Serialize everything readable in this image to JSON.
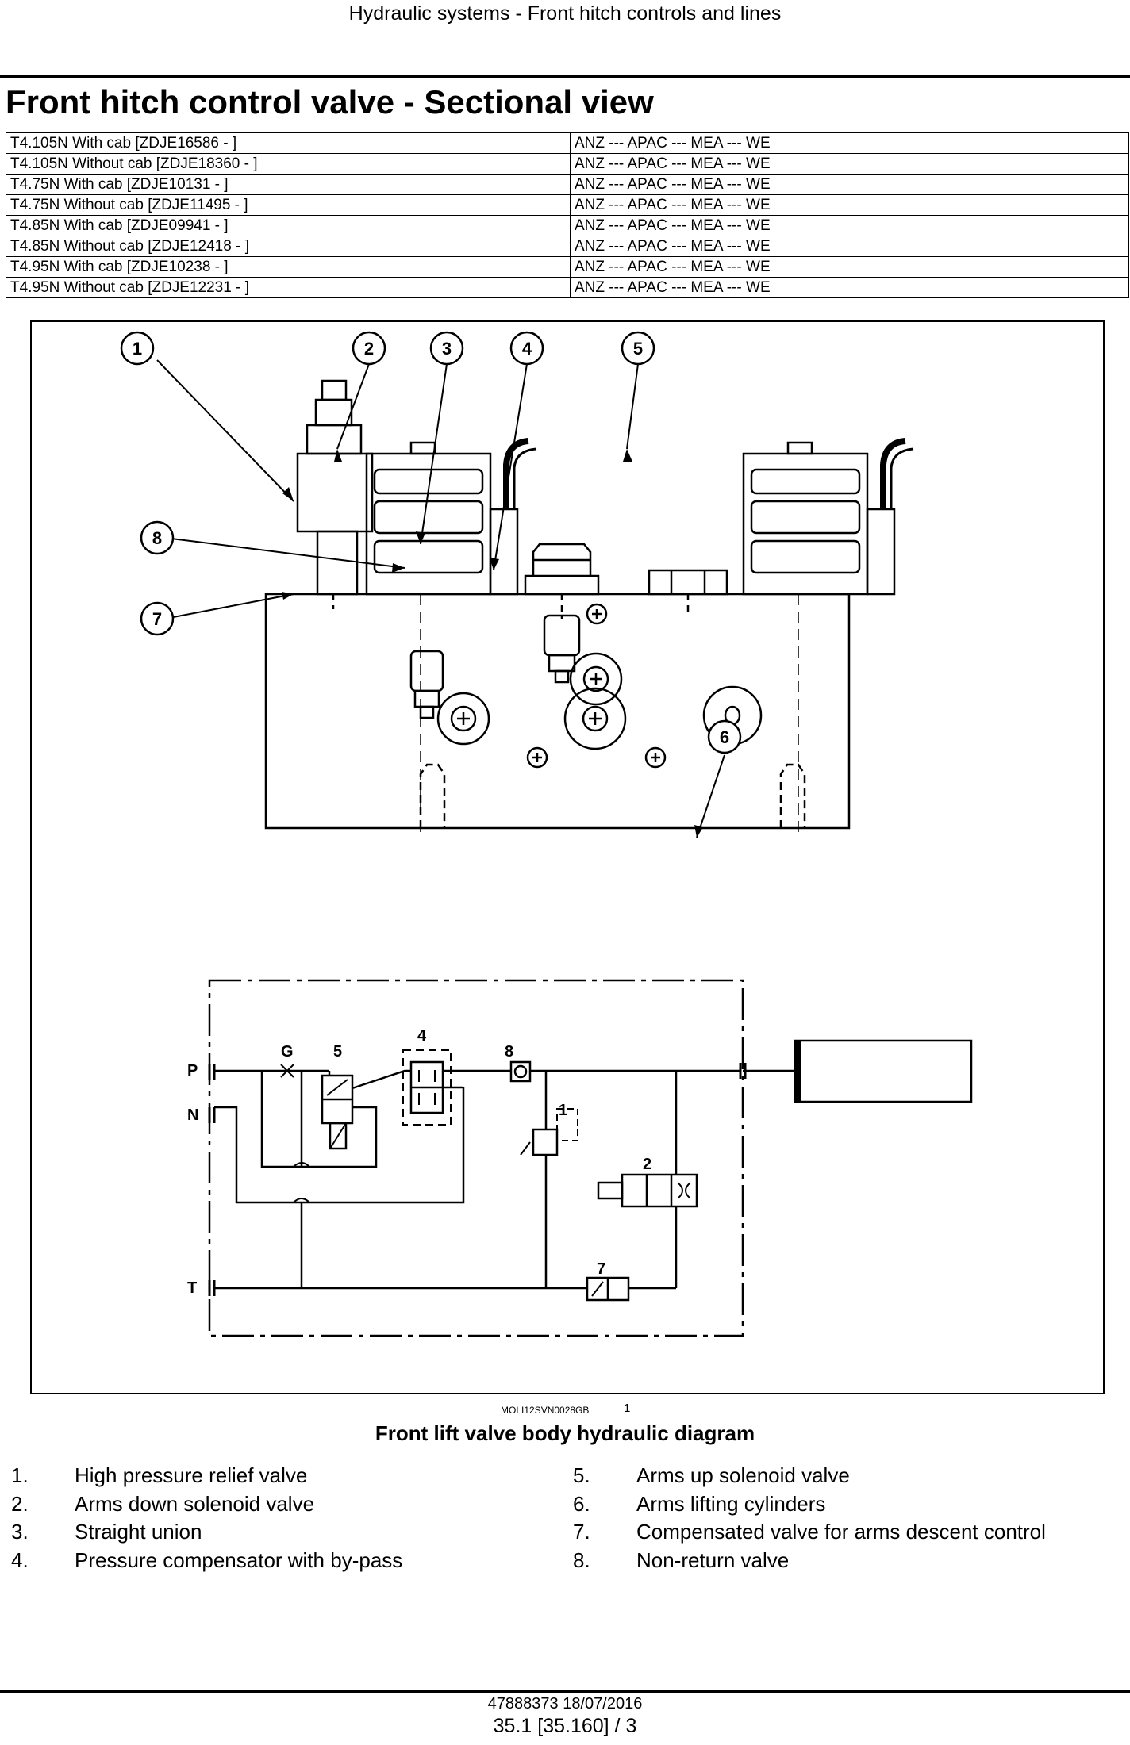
{
  "header": {
    "running_title": "Hydraulic systems - Front hitch controls and lines",
    "title": "Front hitch control valve - Sectional view"
  },
  "applicability": [
    {
      "model": "T4.105N With cab [ZDJE16586 - ]",
      "regions": "ANZ --- APAC --- MEA --- WE"
    },
    {
      "model": "T4.105N Without cab [ZDJE18360 - ]",
      "regions": "ANZ --- APAC --- MEA --- WE"
    },
    {
      "model": "T4.75N With cab [ZDJE10131 - ]",
      "regions": "ANZ --- APAC --- MEA --- WE"
    },
    {
      "model": "T4.75N Without cab [ZDJE11495 - ]",
      "regions": "ANZ --- APAC --- MEA --- WE"
    },
    {
      "model": "T4.85N With cab [ZDJE09941 - ]",
      "regions": "ANZ --- APAC --- MEA --- WE"
    },
    {
      "model": "T4.85N Without cab [ZDJE12418 - ]",
      "regions": "ANZ --- APAC --- MEA --- WE"
    },
    {
      "model": "T4.95N With cab [ZDJE10238 - ]",
      "regions": "ANZ --- APAC --- MEA --- WE"
    },
    {
      "model": "T4.95N Without cab [ZDJE12231 - ]",
      "regions": "ANZ --- APAC --- MEA --- WE"
    }
  ],
  "figure": {
    "callouts": [
      "1",
      "2",
      "3",
      "4",
      "5",
      "6",
      "7",
      "8"
    ],
    "schematic_labels": {
      "P": "P",
      "N": "N",
      "T": "T",
      "G": "G",
      "n1": "1",
      "n2": "2",
      "n4": "4",
      "n5": "5",
      "n7": "7",
      "n8": "8"
    },
    "figure_id": "MOLI12SVN0028GB",
    "figure_number": "1",
    "caption": "Front lift valve body hydraulic diagram"
  },
  "legend": [
    {
      "num": "1.",
      "text": "High pressure relief valve"
    },
    {
      "num": "2.",
      "text": "Arms down solenoid valve"
    },
    {
      "num": "3.",
      "text": "Straight union"
    },
    {
      "num": "4.",
      "text": "Pressure compensator with by-pass"
    },
    {
      "num": "5.",
      "text": "Arms up solenoid valve"
    },
    {
      "num": "6.",
      "text": "Arms lifting cylinders"
    },
    {
      "num": "7.",
      "text": "Compensated valve for arms descent control"
    },
    {
      "num": "8.",
      "text": "Non-return valve"
    }
  ],
  "footer": {
    "doc_ref": "47888373 18/07/2016",
    "page_ref": "35.1 [35.160] / 3"
  }
}
